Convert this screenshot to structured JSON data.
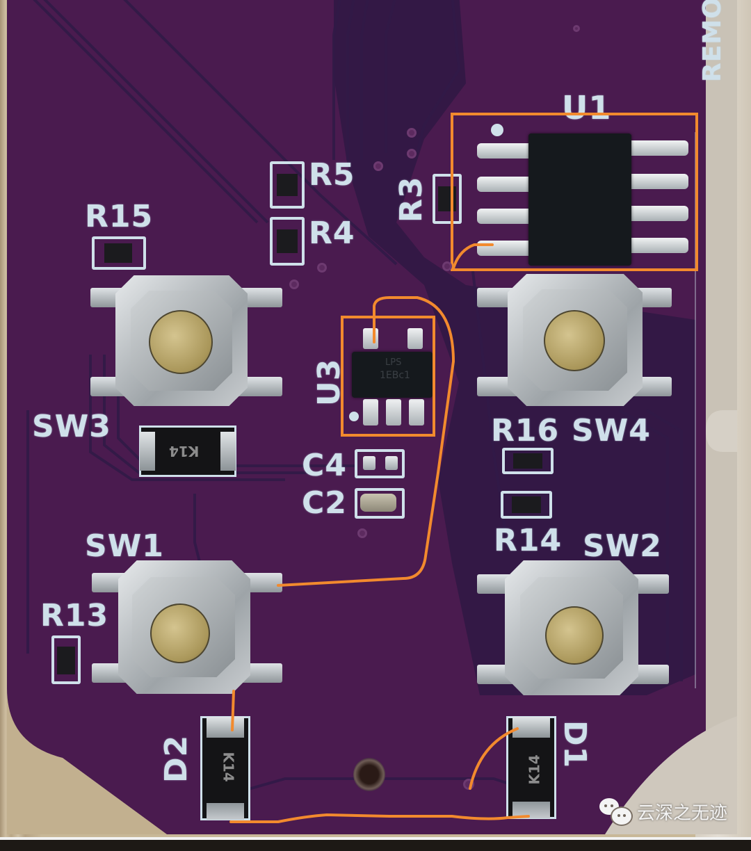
{
  "scene": {
    "description": "Close-up photo of a purple PCB (remote control board) with annotated components",
    "board_color": "#4a1b4f",
    "silkscreen_color": "#cfe0ea",
    "annotation_color": "#f28a2e"
  },
  "edge_text": "REMO",
  "components": {
    "ic_u1": {
      "label": "U1",
      "package": "SOIC-8",
      "pins": 8
    },
    "ic_u3": {
      "label": "U3",
      "marking_line1": "LPS",
      "marking_line2": "1EBc1",
      "pins": 5
    },
    "resistors": {
      "r3": "R3",
      "r4": "R4",
      "r5": "R5",
      "r13": "R13",
      "r14": "R14",
      "r15": "R15",
      "r16": "R16"
    },
    "capacitors": {
      "c2": "C2",
      "c4": "C4"
    },
    "switches": {
      "sw1": "SW1",
      "sw2": "SW2",
      "sw3": "SW3",
      "sw4": "SW4"
    },
    "diodes": {
      "d1": {
        "label": "D1",
        "marking": "K14"
      },
      "d2": {
        "label": "D2",
        "marking": "K14"
      },
      "d3": {
        "marking": "K14"
      }
    }
  },
  "annotations": {
    "boxes": [
      "U1 highlight box",
      "U3 highlight box"
    ],
    "wires": [
      "U3 pin to SW1",
      "U1 pin 4 curve",
      "SW1 to D2",
      "D2 to D1 bottom wire",
      "D1 to via"
    ]
  },
  "watermark": {
    "icon": "wechat-icon",
    "text": "云深之无迹"
  }
}
